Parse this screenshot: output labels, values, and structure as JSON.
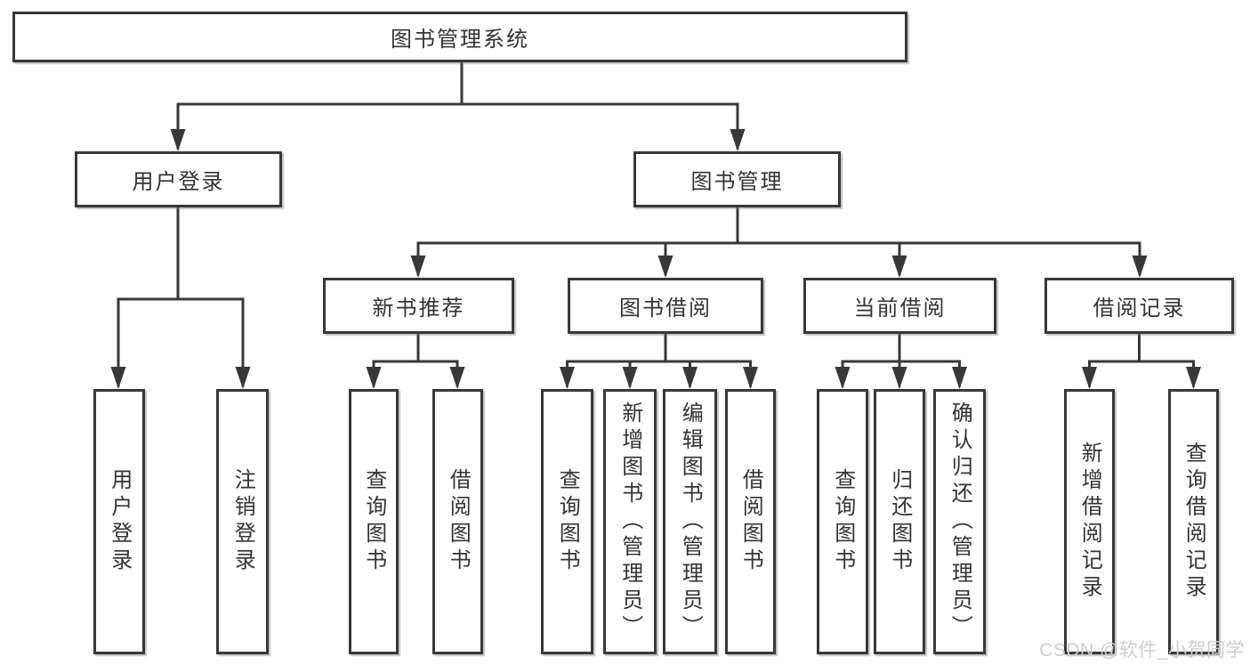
{
  "diagram": {
    "type": "hierarchy-tree",
    "title": "图书管理系统"
  },
  "colors": {
    "background": "#ffffff",
    "line": "#383838",
    "box_border": "#383838",
    "text": "#333333",
    "watermark": "#cdcdcd"
  },
  "tree": {
    "label": "图书管理系统",
    "children": [
      {
        "label": "用户登录",
        "children": [
          {
            "label": "用户登录"
          },
          {
            "label": "注销登录"
          }
        ]
      },
      {
        "label": "图书管理",
        "children": [
          {
            "label": "新书推荐",
            "children": [
              {
                "label": "查询图书"
              },
              {
                "label": "借阅图书"
              }
            ]
          },
          {
            "label": "图书借阅",
            "children": [
              {
                "label": "查询图书"
              },
              {
                "label": "新增图书（管理员）"
              },
              {
                "label": "编辑图书（管理员）"
              },
              {
                "label": "借阅图书"
              }
            ]
          },
          {
            "label": "当前借阅",
            "children": [
              {
                "label": "查询图书"
              },
              {
                "label": "归还图书"
              },
              {
                "label": "确认归还（管理员）"
              }
            ]
          },
          {
            "label": "借阅记录",
            "children": [
              {
                "label": "新增借阅记录"
              },
              {
                "label": "查询借阅记录"
              }
            ]
          }
        ]
      }
    ]
  },
  "watermark": {
    "text": "CSDN @软件_小贺同学"
  }
}
